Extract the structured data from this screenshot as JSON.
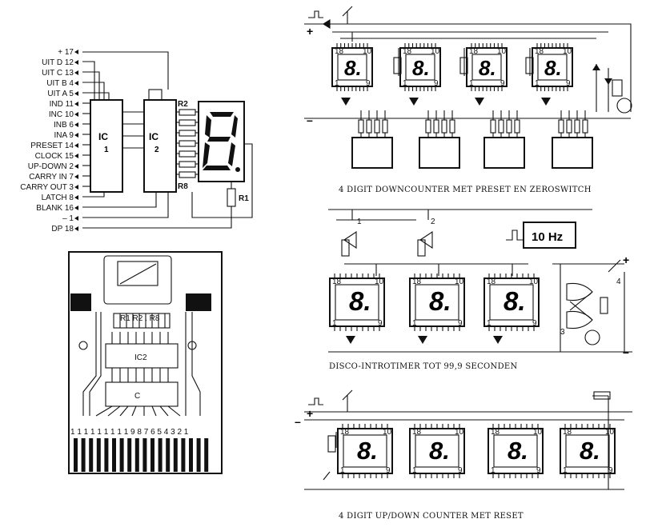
{
  "schematic": {
    "pins": [
      {
        "label": "+",
        "num": "17"
      },
      {
        "label": "UIT D",
        "num": "12"
      },
      {
        "label": "UIT C",
        "num": "13"
      },
      {
        "label": "UIT B",
        "num": "4"
      },
      {
        "label": "UIT A",
        "num": "5"
      },
      {
        "label": "IND",
        "num": "11"
      },
      {
        "label": "INC",
        "num": "10"
      },
      {
        "label": "INB",
        "num": "6"
      },
      {
        "label": "INA",
        "num": "9"
      },
      {
        "label": "PRESET",
        "num": "14"
      },
      {
        "label": "CLOCK",
        "num": "15"
      },
      {
        "label": "UP-DOWN",
        "num": "2"
      },
      {
        "label": "CARRY IN",
        "num": "7"
      },
      {
        "label": "CARRY OUT",
        "num": "3"
      },
      {
        "label": "LATCH",
        "num": "8"
      },
      {
        "label": "BLANK",
        "num": "16"
      },
      {
        "label": "–",
        "num": "1"
      },
      {
        "label": "DP",
        "num": "18"
      }
    ],
    "ic1": "IC\n1",
    "ic1_a": "IC",
    "ic1_b": "1",
    "ic2_a": "IC",
    "ic2_b": "2",
    "r2": "R2",
    "r8": "R8",
    "r1": "R1"
  },
  "pcb": {
    "label_r": "R1 R2 . R8",
    "label_ic2": "IC2",
    "label_ic1": "C",
    "pin_numbers": "1 1 1 1 1 1 1 1 1 9 8 7 6 5 4 3 2 1"
  },
  "circuits": [
    {
      "caption": "4 DIGIT DOWNCOUNTER MET PRESET EN ZEROSWITCH"
    },
    {
      "caption": "DISCO-INTROTIMER TOT 99,9 SECONDEN",
      "freq_label": "10 Hz",
      "switch_1": "1",
      "switch_2": "2",
      "switch_3": "3",
      "switch_4": "4"
    },
    {
      "caption": "4 DIGIT UP/DOWN COUNTER MET RESET"
    }
  ],
  "display": {
    "pin_top_left": "18",
    "pin_top_right": "10",
    "pin_bottom_left": "1",
    "pin_bottom_right": "9",
    "glyph": "8."
  }
}
